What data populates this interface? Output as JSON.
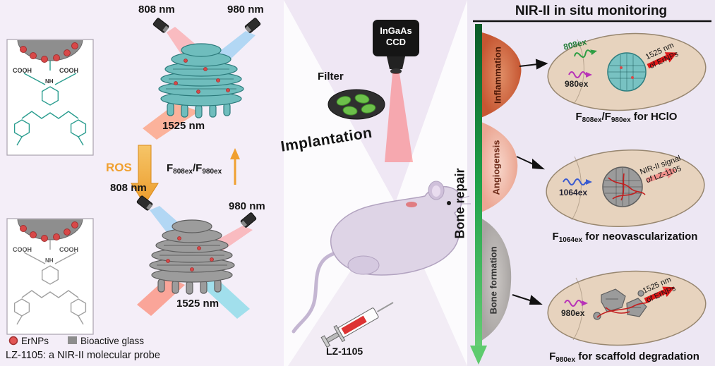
{
  "left": {
    "top": {
      "l808": "808 nm",
      "l980": "980 nm",
      "l1525": "1525 nm"
    },
    "mid": {
      "ros": "ROS",
      "f1": "F",
      "s1": "808ex",
      "f2": "/F",
      "s2": "980ex"
    },
    "bottom": {
      "l808": "808 nm",
      "l980": "980 nm",
      "l1525": "1525 nm"
    },
    "inset_top": {
      "cooh_l": "COOH",
      "cooh_r": "COOH",
      "nh": "NH"
    },
    "inset_bottom": {
      "cooh_l": "COOH",
      "cooh_r": "COOH",
      "nh": "NH"
    },
    "legend": {
      "ernps": "ErNPs",
      "glass": "Bioactive glass"
    },
    "probe": "LZ-1105: a NIR-II molecular probe"
  },
  "middle": {
    "camera1": "InGaAs",
    "camera2": "CCD",
    "filter": "Filter",
    "implantation": "Implantation",
    "syringe": "LZ-1105"
  },
  "right": {
    "title": "NIR-II in situ monitoring",
    "bone_repair": "Bone repair",
    "stages": [
      "Inflammation",
      "Angiogensis",
      "Bone formation"
    ],
    "rows": [
      {
        "ex_a": "808ex",
        "ex_b": "980ex",
        "sig1": "1525 nm",
        "sig2": "of ErNPs",
        "cap_f1": "F",
        "cap_s1": "808ex",
        "cap_f2": "/F",
        "cap_s2": "980ex",
        "cap_rest": " for HClO"
      },
      {
        "ex_a": "1064ex",
        "sig1": "NIR-II signal",
        "sig2": "of LZ-1105",
        "cap_f1": "F",
        "cap_s1": "1064ex",
        "cap_rest": " for neovascularization"
      },
      {
        "ex_a": "980ex",
        "sig1": "1525 nm",
        "sig2": "of ErNPs",
        "cap_f1": "F",
        "cap_s1": "980ex",
        "cap_rest": " for scaffold degradation"
      }
    ]
  },
  "colors": {
    "teal_scaffold": "#6fbdbd",
    "gray_scaffold": "#9c9c9c",
    "ernp_red": "#d84848",
    "ros_orange": "#f0a030",
    "green_arrow": "#1fa24a",
    "inflammation_blob": "#c8502c",
    "angiogenesis_blob": "#eba38e",
    "bone_blob": "#a9a5a3",
    "bone_oval": "#e7d3be",
    "signal_red": "#e01818",
    "signal_pink": "#f0908a",
    "left_bg": "#f4eef8",
    "right_bg": "#ede7f3"
  }
}
